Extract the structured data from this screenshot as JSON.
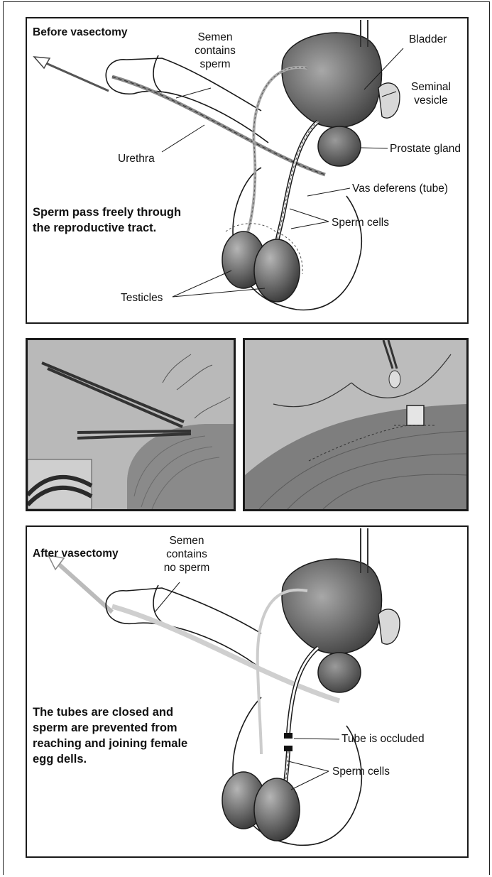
{
  "before": {
    "title": "Before vasectomy",
    "caption_line1": "Sperm pass freely through",
    "caption_line2": "the reproductive tract.",
    "labels": {
      "semen_line1": "Semen",
      "semen_line2": "contains",
      "semen_line3": "sperm",
      "bladder": "Bladder",
      "seminal_line1": "Seminal",
      "seminal_line2": "vesicle",
      "prostate": "Prostate gland",
      "urethra": "Urethra",
      "vas_deferens": "Vas deferens (tube)",
      "sperm_cells": "Sperm cells",
      "testicles": "Testicles"
    }
  },
  "after": {
    "title": "After vasectomy",
    "caption_line1": "The tubes are closed and",
    "caption_line2": "sperm are prevented from",
    "caption_line3": "reaching and joining female",
    "caption_line4": "egg dells.",
    "labels": {
      "semen_line1": "Semen",
      "semen_line2": "contains",
      "semen_line3": "no sperm",
      "occluded": "Tube is occluded",
      "sperm_cells": "Sperm cells"
    }
  },
  "colors": {
    "organ_dark": "#4a4a4a",
    "organ_mid": "#8a8a8a",
    "organ_light": "#d0d0d0",
    "line": "#1a1a1a",
    "photo_bg": "#b8b8b8"
  }
}
